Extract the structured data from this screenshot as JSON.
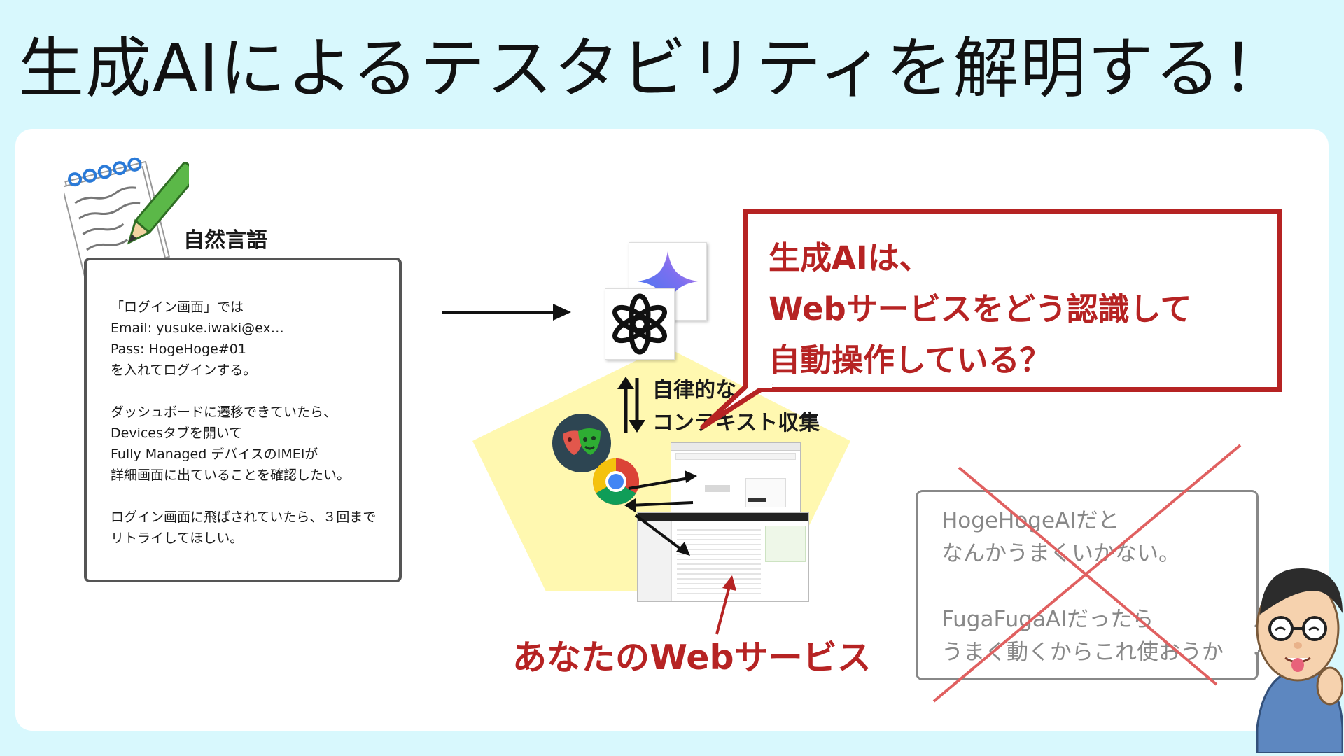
{
  "title": "生成AIによるテスタビリティを解明する！",
  "natural_language": {
    "label": "自然言語",
    "prompt_lines": [
      "「ログイン画面」では",
      "Email: yusuke.iwaki@ex…",
      "Pass: HogeHoge#01",
      "を入れてログインする。",
      "",
      "ダッシュボードに遷移できていたら、",
      "Devicesタブを開いて",
      "Fully Managed デバイスのIMEIが",
      "詳細画面に出ていることを確認したい。",
      "",
      "ログイン画面に飛ばされていたら、３回まで",
      "リトライしてほしい。"
    ]
  },
  "speech_bubble": {
    "lines": [
      "生成AIは、",
      "Webサービスをどう認識して",
      "自動操作している？"
    ]
  },
  "context": {
    "lines": [
      "自律的な",
      "コンテキスト収集"
    ]
  },
  "your_web_service": "あなたのWebサービス",
  "crossed_out_box": {
    "lines": [
      "HogeHogeAIだと",
      "なんかうまくいかない。",
      "",
      "FugaFugaAIだったら",
      "うまく動くからこれ使おうか"
    ]
  },
  "icons": {
    "notebook": "notebook-pencil-icon",
    "gemini": "gemini-sparkle-icon",
    "openai": "openai-logo-icon",
    "playwright": "playwright-masks-icon",
    "chrome": "chrome-icon",
    "person": "person-illustration"
  },
  "colors": {
    "background": "#d8f8fd",
    "accent_red": "#b62323",
    "pentagon": "#fff8b0"
  }
}
